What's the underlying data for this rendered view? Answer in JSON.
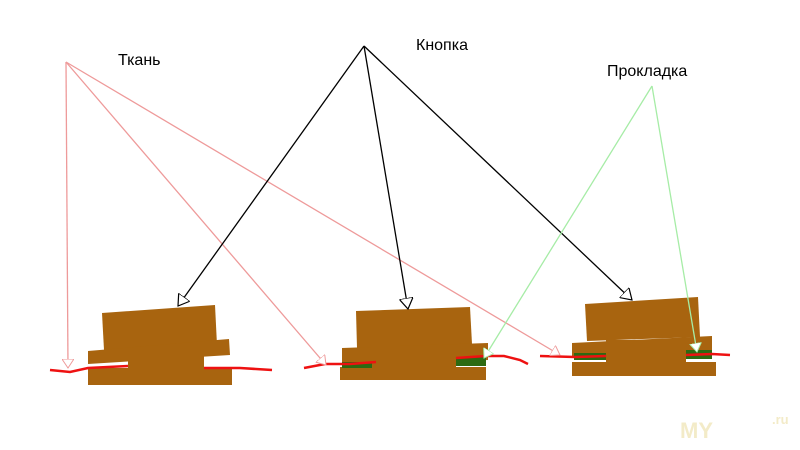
{
  "labels": {
    "fabric": "Ткань",
    "button": "Кнопка",
    "pad": "Прокладка"
  },
  "watermark": {
    "text": "MY",
    "suffix": ".ru"
  },
  "colors": {
    "button_body": "#a8640f",
    "fabric_line": "#ee1111",
    "pad": "#2d6a12",
    "arrow_fabric": "#ee9a9a",
    "arrow_button": "#000000",
    "arrow_pad": "#a6eca6"
  }
}
